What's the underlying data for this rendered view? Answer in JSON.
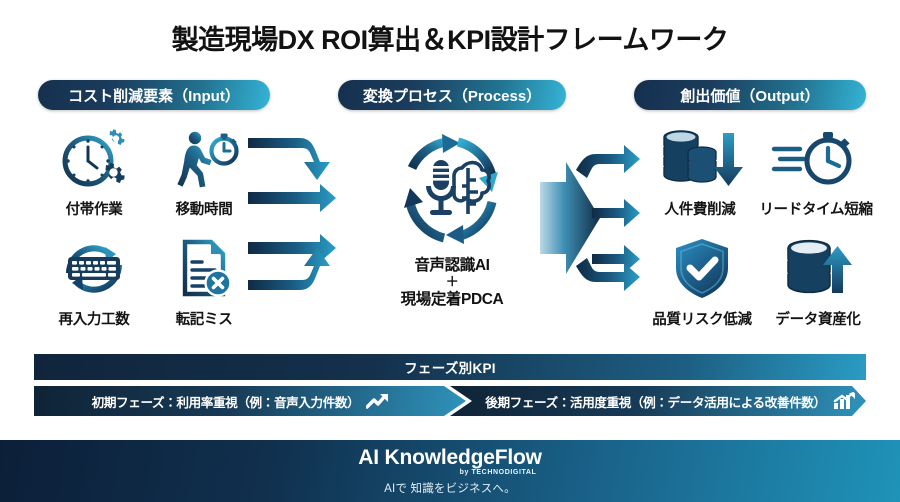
{
  "title": "製造現場DX ROI算出＆KPI設計フレームワーク",
  "sections": {
    "input": {
      "pill_label": "コスト削減要素（Input）"
    },
    "process": {
      "pill_label": "変換プロセス（Process）"
    },
    "output": {
      "pill_label": "創出価値（Output）"
    }
  },
  "input_items": [
    {
      "label": "付帯作業",
      "icon": "clock-gears-icon"
    },
    {
      "label": "移動時間",
      "icon": "walking-stopwatch-icon"
    },
    {
      "label": "再入力工数",
      "icon": "keyboard-recycle-icon"
    },
    {
      "label": "転記ミス",
      "icon": "document-error-icon"
    }
  ],
  "process_block": {
    "icon": "pdca-cycle-mic-brain-icon",
    "line1": "音声認識AI",
    "line2": "＋",
    "line3": "現場定着PDCA"
  },
  "output_items": [
    {
      "label": "人件費削減",
      "icon": "coins-down-arrow-icon"
    },
    {
      "label": "リードタイム短縮",
      "icon": "fast-stopwatch-icon"
    },
    {
      "label": "品質リスク低減",
      "icon": "shield-check-icon"
    },
    {
      "label": "データ資産化",
      "icon": "database-up-arrow-icon"
    }
  ],
  "kpi": {
    "header": "フェーズ別KPI",
    "phases": [
      {
        "label": "初期フェーズ：利用率重視（例：音声入力件数）",
        "icon": "trend-up-arrow-icon"
      },
      {
        "label": "後期フェーズ：活用度重視（例：データ活用による改善件数）",
        "icon": "bar-chart-up-icon"
      }
    ]
  },
  "footer": {
    "brand": "AI KnowledgeFlow",
    "by": "by TECHNODIGITAL",
    "tagline": "AIで 知識をビジネスへ。"
  },
  "colors": {
    "navy": "#14304b",
    "deep_navy": "#0f2336",
    "teal": "#2f93bb",
    "cyan": "#34b4d6",
    "ink": "#121212",
    "white": "#ffffff"
  }
}
